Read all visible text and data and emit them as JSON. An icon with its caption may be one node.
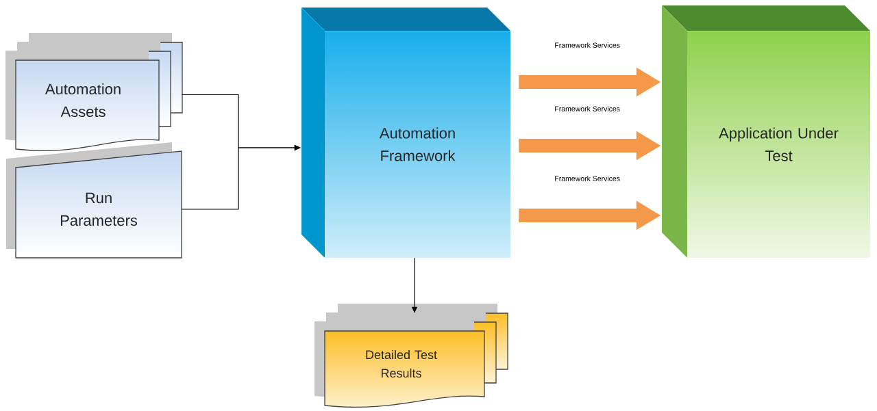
{
  "diagram": {
    "nodes": [
      {
        "text": [
          "Automation Assets"
        ]
      },
      {
        "text": [
          "Run Parameters"
        ]
      },
      {
        "text": [
          "Automation Framework"
        ]
      },
      {
        "text": [
          "Application Under Test"
        ]
      },
      {
        "text": [
          "Detailed Test Results"
        ]
      }
    ],
    "edges": [
      {
        "from": 0,
        "to": 2,
        "arrow": "to"
      },
      {
        "from": 1,
        "to": 2,
        "arrow": "to"
      },
      {
        "from": 2,
        "to": 3,
        "arrow": "to",
        "label": "Framework Services",
        "style": "thick",
        "color": "#f4994a"
      },
      {
        "from": 2,
        "to": 3,
        "arrow": "to",
        "label": "Framework Services",
        "style": "thick",
        "color": "#f4994a"
      },
      {
        "from": 2,
        "to": 3,
        "arrow": "to",
        "label": "Framework Services",
        "style": "thick",
        "color": "#f4994a"
      },
      {
        "from": 2,
        "to": 4,
        "arrow": "to"
      }
    ]
  }
}
